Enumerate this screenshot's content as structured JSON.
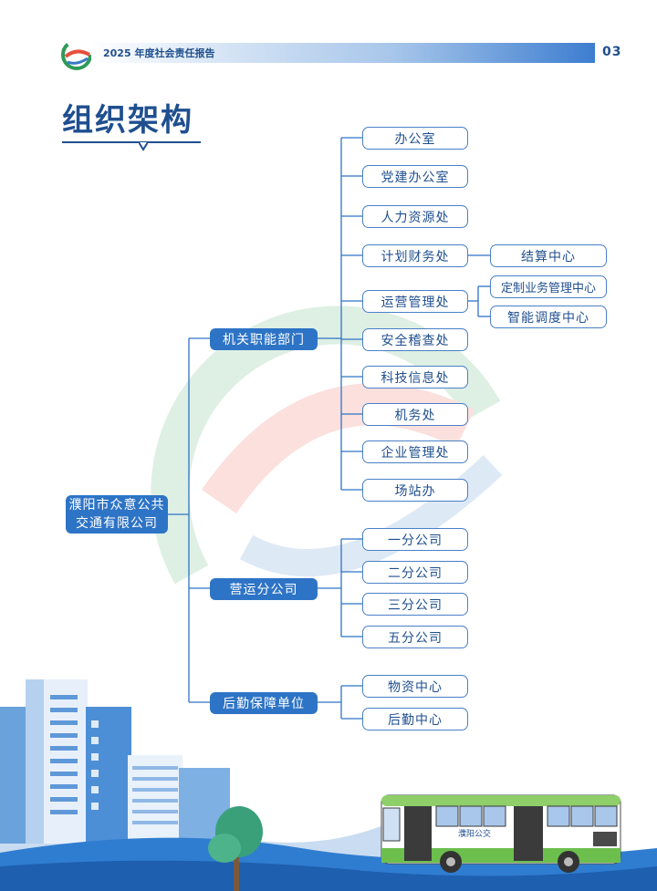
{
  "header": {
    "report_title": "2025 年度社会责任报告",
    "page_number": "03"
  },
  "section": {
    "title": "组织架构"
  },
  "org": {
    "root": {
      "line1": "濮阳市众意公共",
      "line2": "交通有限公司"
    },
    "groups": [
      {
        "name": "机关职能部门",
        "departments": [
          {
            "name": "办公室"
          },
          {
            "name": "党建办公室"
          },
          {
            "name": "人力资源处"
          },
          {
            "name": "计划财务处",
            "children": [
              "结算中心"
            ]
          },
          {
            "name": "运营管理处",
            "children": [
              "定制业务管理中心",
              "智能调度中心"
            ]
          },
          {
            "name": "安全稽查处"
          },
          {
            "name": "科技信息处"
          },
          {
            "name": "机务处"
          },
          {
            "name": "企业管理处"
          },
          {
            "name": "场站办"
          }
        ]
      },
      {
        "name": "营运分公司",
        "departments": [
          {
            "name": "一分公司"
          },
          {
            "name": "二分公司"
          },
          {
            "name": "三分公司"
          },
          {
            "name": "五分公司"
          }
        ]
      },
      {
        "name": "后勤保障单位",
        "departments": [
          {
            "name": "物资中心"
          },
          {
            "name": "后勤中心"
          }
        ]
      }
    ]
  },
  "bus": {
    "sign": "濮阳公交"
  },
  "colors": {
    "primary": "#2e74c6",
    "border": "#4a80c7",
    "text": "#1f4f8f"
  }
}
